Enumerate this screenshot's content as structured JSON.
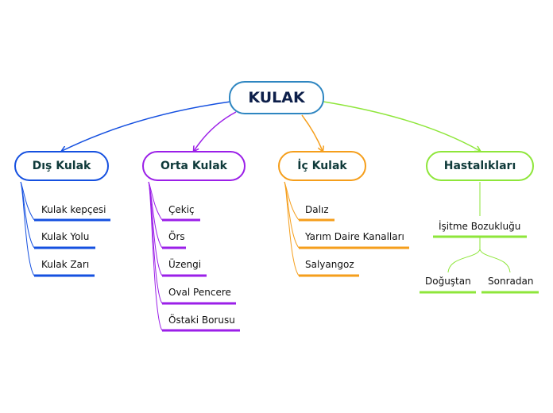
{
  "root": {
    "label": "KULAK",
    "color": "#2e86c1"
  },
  "branches": [
    {
      "label": "Dış Kulak",
      "color": "#1550e0",
      "items": [
        "Kulak kepçesi",
        "Kulak Yolu",
        "Kulak Zarı"
      ]
    },
    {
      "label": "Orta Kulak",
      "color": "#9b1fe8",
      "items": [
        "Çekiç",
        "Örs",
        "Üzengi",
        "Oval Pencere",
        "Östaki Borusu"
      ]
    },
    {
      "label": "İç Kulak",
      "color": "#f59e1b",
      "items": [
        "Dalız",
        "Yarım Daire Kanalları",
        "Salyangoz"
      ]
    },
    {
      "label": "Hastalıkları",
      "color": "#8ee63a",
      "child": {
        "label": "İşitme Bozukluğu",
        "children": [
          "Doğuştan",
          "Sonradan"
        ]
      }
    }
  ]
}
